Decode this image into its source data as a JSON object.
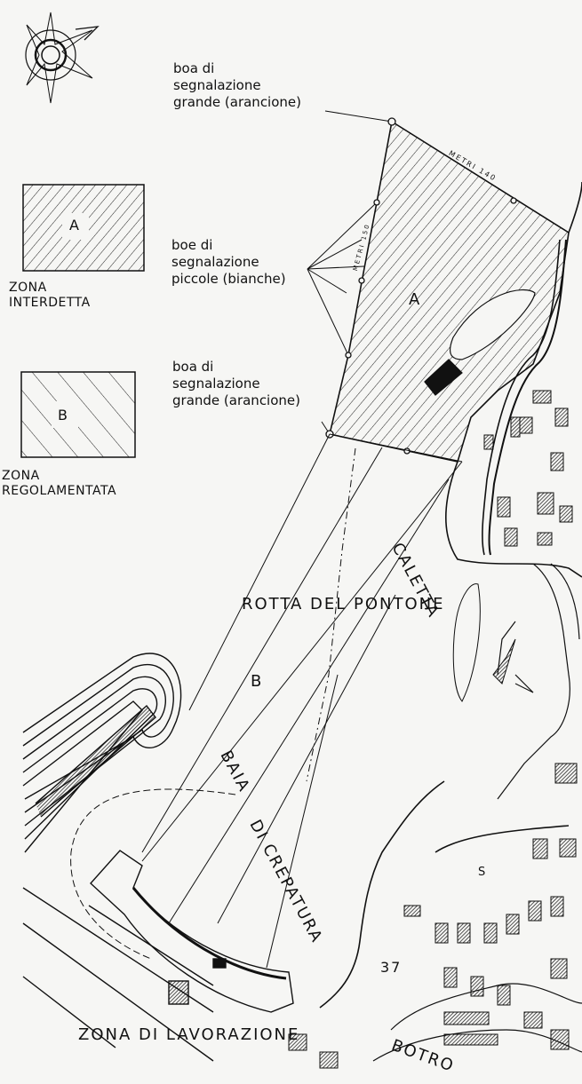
{
  "legend": {
    "buoy_large_top": [
      "boa di",
      "segnalazione",
      "grande (arancione)"
    ],
    "buoy_small": [
      "boe di",
      "segnalazione",
      "piccole (bianche)"
    ],
    "buoy_large_bottom": [
      "boa di",
      "segnalazione",
      "grande (arancione)"
    ],
    "zone_a": {
      "letter": "A",
      "label_line1": "ZONA",
      "label_line2": "INTERDETTA"
    },
    "zone_b": {
      "letter": "B",
      "label_line1": "ZONA",
      "label_line2": "REGOLAMENTATA"
    }
  },
  "map": {
    "zone_a_letter": "A",
    "zone_b_letter": "B",
    "distance_top": "METRI 140",
    "distance_side": "METRI 150",
    "pontoon_label": "ROTTA DEL PONTONE",
    "caletta": "CALETTA",
    "baia_line1": "BAIA",
    "baia_line2": "DI CREPATURA",
    "work_zone": "ZONA DI LAVORAZIONE",
    "botro": "BOTRO",
    "road_number": "37",
    "road_letter": "S"
  },
  "colors": {
    "ink": "#111111",
    "paper": "#f6f6f4"
  }
}
